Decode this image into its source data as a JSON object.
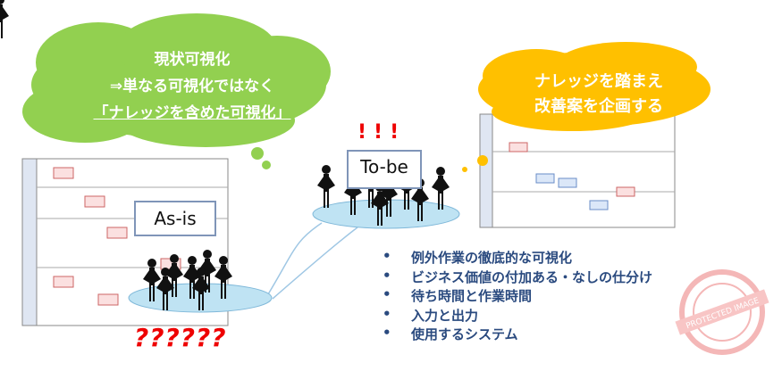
{
  "green_cloud": {
    "line1": "現状可視化",
    "line2": "⇒単なる可視化ではなく",
    "line3": "「ナレッジを含めた可視化」"
  },
  "orange_cloud": {
    "line1": "ナレッジを踏まえ",
    "line2": "改善案を企画する"
  },
  "asis_label": "As-is",
  "tobe_label": "To-be",
  "exclamations": "!!!",
  "questions": "??????",
  "bullets": [
    "例外作業の徹底的な可視化",
    "ビジネス価値の付加ある・なしの仕分け",
    "待ち時間と作業時間",
    "入力と出力",
    "使用するシステム"
  ],
  "stamp": "PROTECTED IMAGE",
  "colors": {
    "green": "#92d050",
    "orange": "#ffc000",
    "platform": "#bfe3f3",
    "bullet_text": "#2a4a7f",
    "marks": "#ee0000"
  }
}
